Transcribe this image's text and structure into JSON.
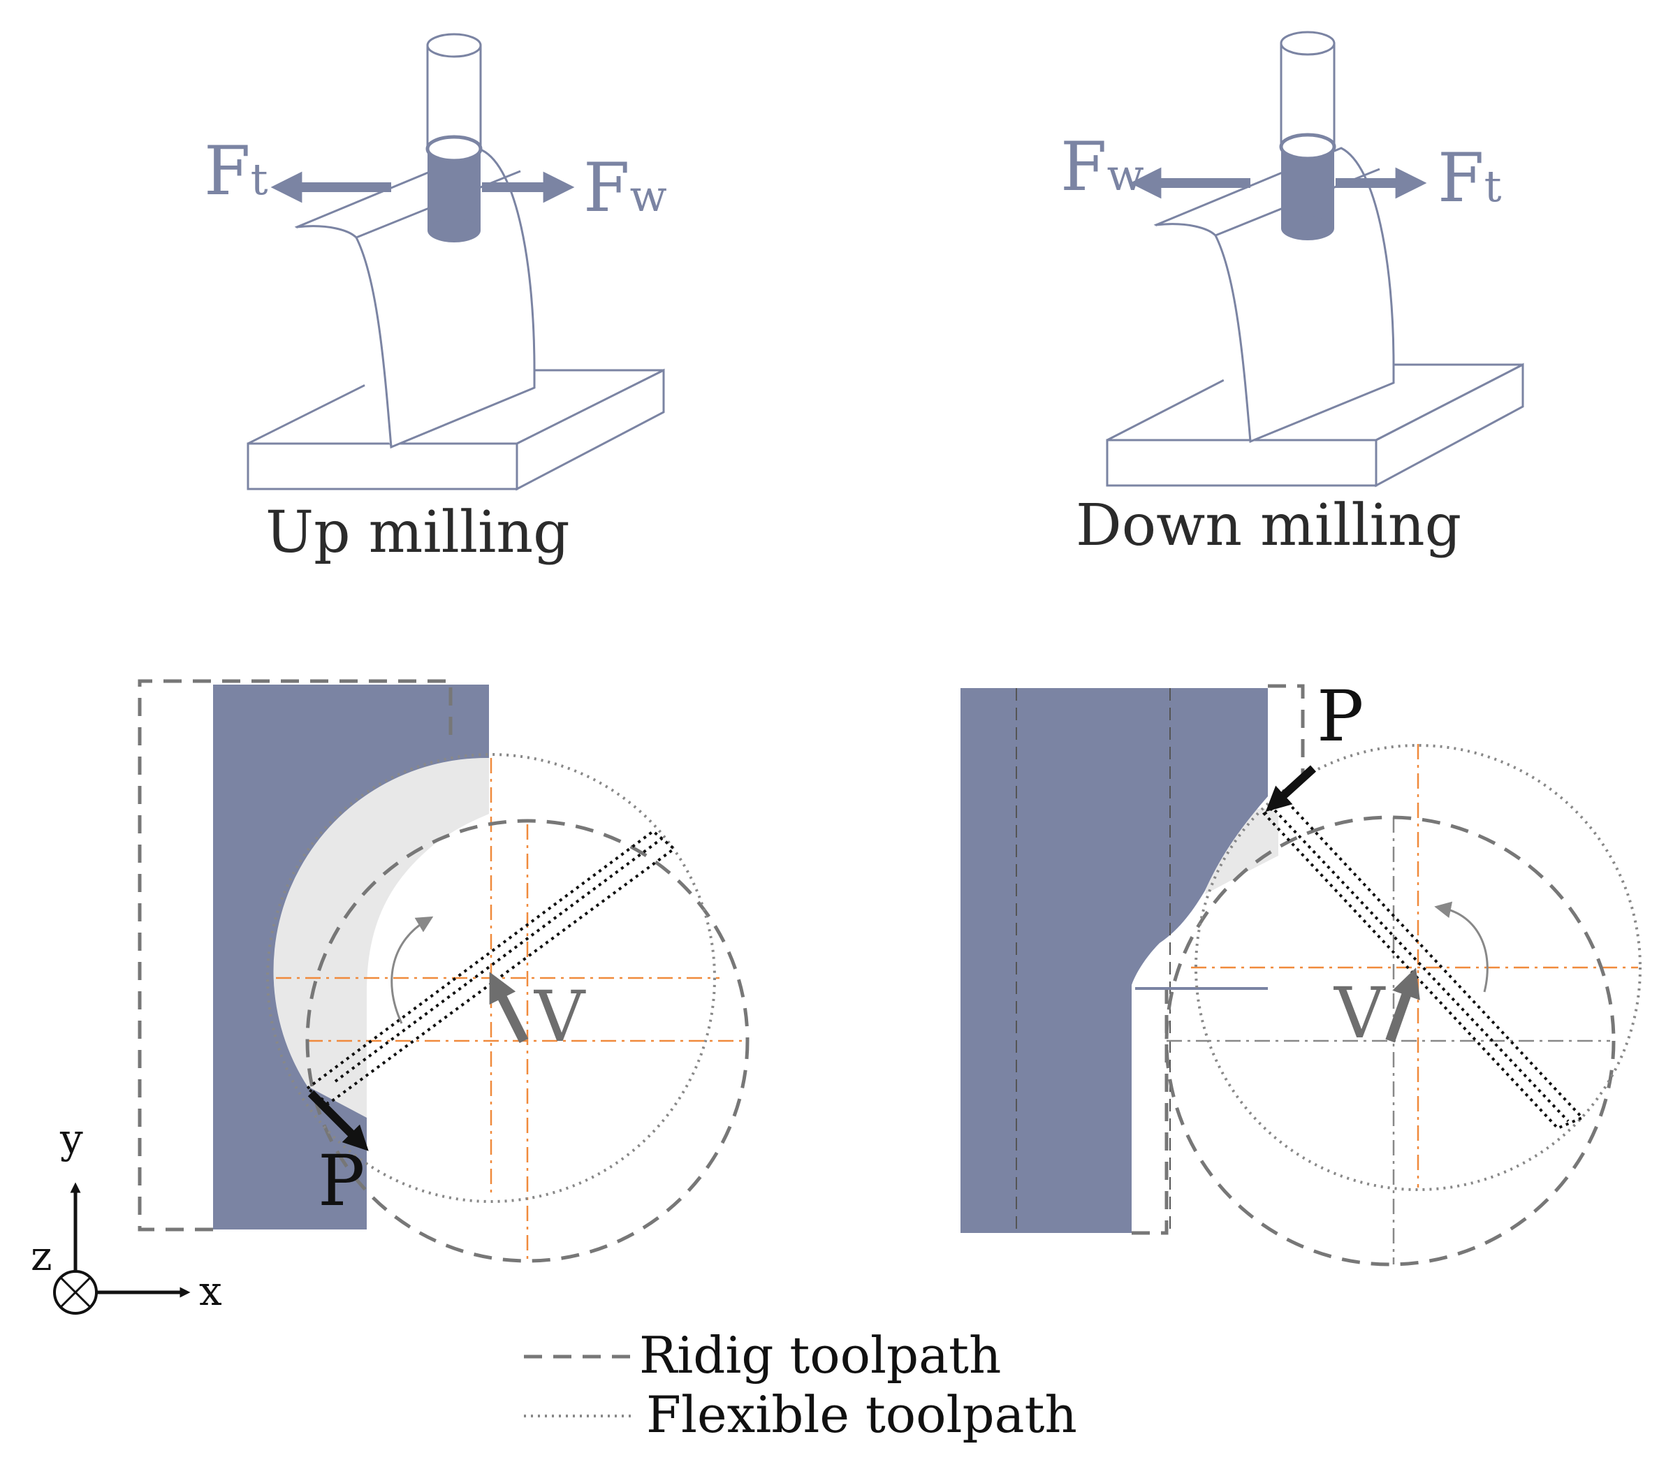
{
  "up_milling": {
    "caption": "Up milling",
    "force_left": {
      "main": "F",
      "sub": "t"
    },
    "force_right": {
      "main": "F",
      "sub": "w"
    },
    "point_label": "P",
    "velocity_label": "V"
  },
  "down_milling": {
    "caption": "Down milling",
    "force_left": {
      "main": "F",
      "sub": "w"
    },
    "force_right": {
      "main": "F",
      "sub": "t"
    },
    "point_label": "P",
    "velocity_label": "V"
  },
  "axes": {
    "y": "y",
    "x": "x",
    "z": "z"
  },
  "legend": {
    "rigid": "Ridig toolpath",
    "flexible": "Flexible toolpath"
  },
  "colors": {
    "part": "#7b84a3",
    "removed_material": "#e8e8e8",
    "center_lines": "#f08a3c",
    "arrow": "#6e6e6e"
  }
}
